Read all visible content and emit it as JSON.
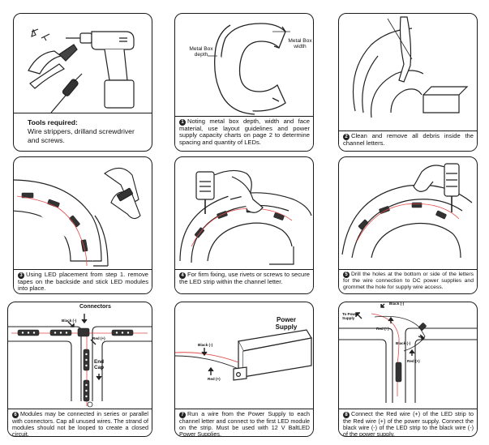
{
  "p1": {
    "title": "Tools required:",
    "body": "Wire strippers, drilland screwdriver and screws."
  },
  "p2": {
    "num": "1",
    "text": "Noting metal box depth, width and face material, use layout guidelines and power supply capacity charts on page 2 to determine spacing and quantity of LEDs.",
    "label_depth": "Metal Box depth",
    "label_width": "Metal Box width"
  },
  "p3": {
    "num": "2",
    "text": "Clean and remove all debris inside the channel letters."
  },
  "p4": {
    "num": "3",
    "text": "Using LED placement from step 1. remove tapes on the backside and stick LED modules into place."
  },
  "p5": {
    "num": "4",
    "text": "For firm fixing, use rivets or screws to secure the LED strip within the channel letter."
  },
  "p6": {
    "num": "5",
    "text": "Drill the holes at the bottom or side of the letters for the wire connection to DC power supplies and grommet the hole for supply wire access."
  },
  "p7": {
    "num": "6",
    "text": "Modules may be connected in series or parallel with connectors. Cap all unused wires. The strand of modules should not be looped to create a closed circuit.",
    "connectors": "Connectors",
    "black": "Black (-)",
    "red": "Red (+)",
    "end_cap": "End Cap"
  },
  "p8": {
    "num": "7",
    "text": "Run a wire from the Power Supply to each channel letter and connect to the first LED module on the strip. Must be used with 12 V BaltLED Power Supplies.",
    "power_supply": "Power Supply",
    "black": "Black (-)",
    "red": "Red (+)"
  },
  "p9": {
    "num": "8",
    "text": "Connect the Red wire (+) of the LED strip to the Red wire (+) of the power supply. Connect the black wire (-) of the LED strip to the black wire (-) of the power supply.",
    "to_power_supply": "To Power Supply",
    "black_top": "Black (-)",
    "red_top": "Red (+)",
    "black_mid": "Black (-)",
    "red_mid": "Red (+)"
  }
}
